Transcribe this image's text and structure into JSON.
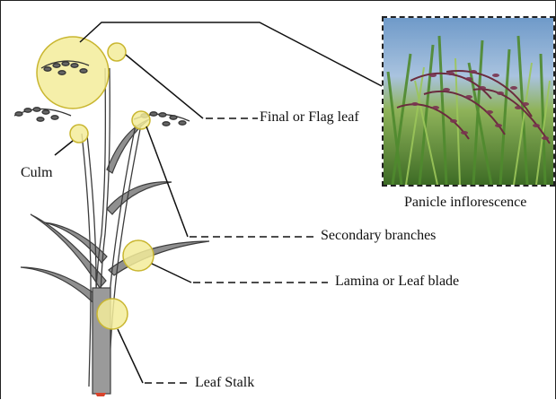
{
  "labels": {
    "flag_leaf": "Final or Flag leaf",
    "culm": "Culm",
    "panicle": "Panicle inflorescence",
    "secondary_branches": "Secondary branches",
    "lamina": "Lamina or Leaf blade",
    "leaf_stalk": "Leaf Stalk"
  },
  "colors": {
    "highlight_fill": "#f3ec9a",
    "highlight_stroke": "#c9b630",
    "leaf": "#8c8c8c",
    "leaf_dark": "#444444",
    "line": "#111111"
  },
  "icons": {
    "plant": "rice-plant-illustration",
    "photo": "rice-panicle-photo"
  }
}
